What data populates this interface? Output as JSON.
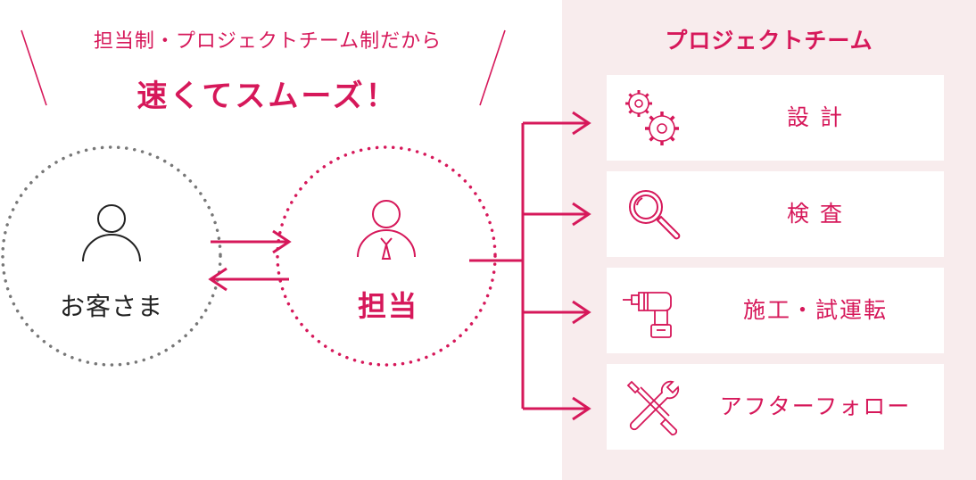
{
  "headline": {
    "subtitle": "担当制・プロジェクトチーム制だから",
    "title": "速くてスムーズ！"
  },
  "customer": {
    "label": "お客さま",
    "icon": "person-icon"
  },
  "staff": {
    "label": "担当",
    "icon": "person-with-tie-icon"
  },
  "team": {
    "title": "プロジェクトチーム",
    "items": [
      {
        "label": "設 計",
        "icon": "gears-icon"
      },
      {
        "label": "検 査",
        "icon": "magnifier-icon"
      },
      {
        "label": "施工・試運転",
        "icon": "drill-icon"
      },
      {
        "label": "アフターフォロー",
        "icon": "wrench-screwdriver-icon"
      }
    ]
  },
  "colors": {
    "accent": "#d6185a",
    "panel_bg": "#f8eced",
    "dotted_gray": "#777777"
  }
}
